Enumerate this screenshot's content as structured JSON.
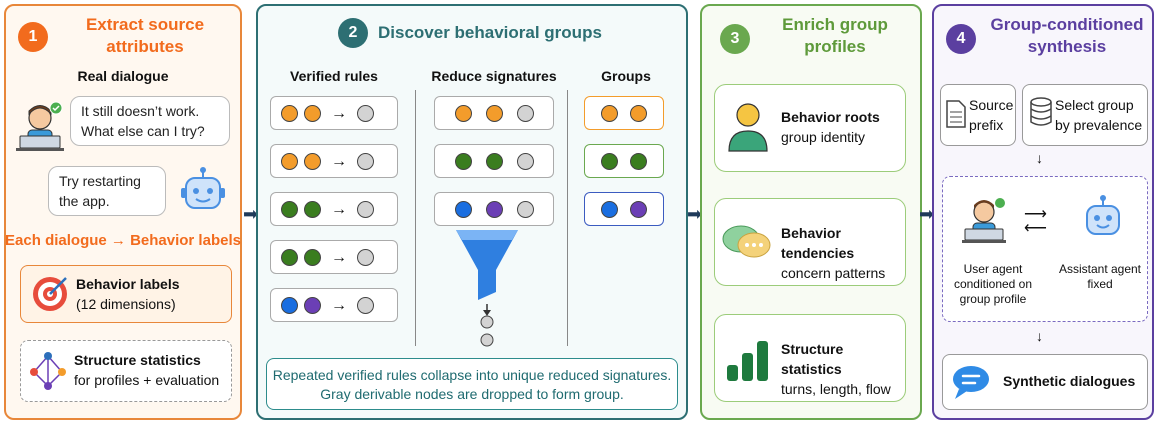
{
  "panel1": {
    "number": "1",
    "title_line1": "Extract source",
    "title_line2": "attributes",
    "real_dialogue": "Real dialogue",
    "user_line1": "It still doesn’t work.",
    "user_line2": "What else can I try?",
    "bot_line1": "Try restarting",
    "bot_line2": "the app.",
    "each_dialogue": "Each dialogue → Behavior labels",
    "labels_title": "Behavior labels",
    "labels_sub": "(12 dimensions)",
    "struct_title": "Structure statistics",
    "struct_sub": "for profiles + evaluation"
  },
  "panel2": {
    "number": "2",
    "title": "Discover behavioral groups",
    "col_rules": "Verified rules",
    "col_reduce": "Reduce signatures",
    "col_groups": "Groups",
    "rules": [
      [
        "o",
        "o"
      ],
      [
        "o",
        "o"
      ],
      [
        "g",
        "g"
      ],
      [
        "g",
        "g"
      ],
      [
        "b",
        "v"
      ]
    ],
    "signatures": [
      [
        "o",
        "o",
        "gr"
      ],
      [
        "g",
        "g",
        "gr"
      ],
      [
        "b",
        "v",
        "gr"
      ]
    ],
    "groups": [
      {
        "dots": [
          "o",
          "o"
        ],
        "border": "#f39c2b"
      },
      {
        "dots": [
          "g",
          "g"
        ],
        "border": "#6aa84f"
      },
      {
        "dots": [
          "b",
          "v"
        ],
        "border": "#3b5bc0"
      }
    ],
    "caption_line1": "Repeated verified rules collapse into unique reduced signatures.",
    "caption_line2": "Gray derivable nodes are dropped to form group."
  },
  "panel3": {
    "number": "3",
    "title_line1": "Enrich group",
    "title_line2": "profiles",
    "roots_title": "Behavior roots",
    "roots_sub": "group identity",
    "tend_title": "Behavior tendencies",
    "tend_sub": "concern patterns",
    "stats_title": "Structure statistics",
    "stats_sub": "turns, length, flow"
  },
  "panel4": {
    "number": "4",
    "title_line1": "Group-conditioned",
    "title_line2": "synthesis",
    "source_line1": "Source",
    "source_line2": "prefix",
    "select_line1": "Select group",
    "select_line2": "by prevalence",
    "user_agent_line1": "User agent",
    "user_agent_line2": "conditioned on",
    "user_agent_line3": "group profile",
    "assistant_line1": "Assistant agent",
    "assistant_line2": "fixed",
    "synthetic": "Synthetic dialogues"
  },
  "colors": {
    "orange": "#e8873a",
    "teal": "#2d6f73",
    "green": "#6aa84f",
    "purple": "#5b3fa0"
  }
}
